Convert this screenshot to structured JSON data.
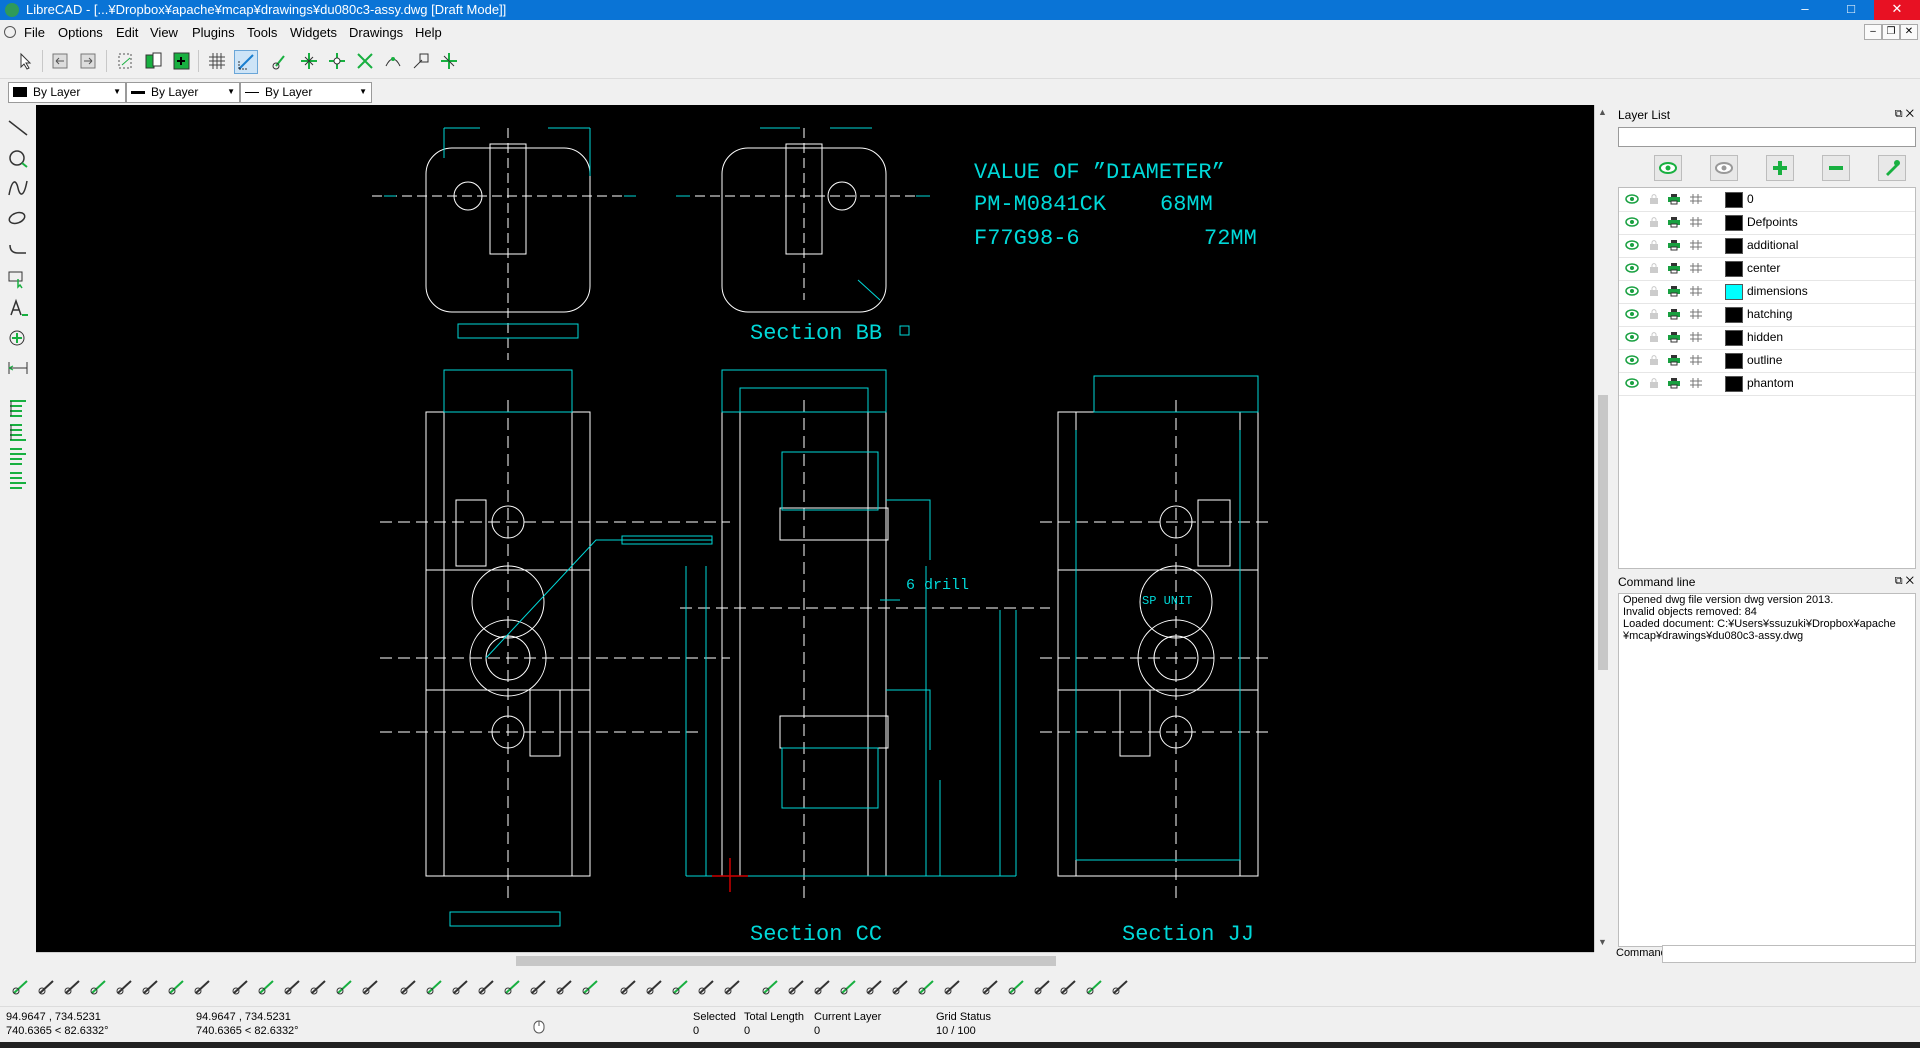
{
  "window": {
    "title": "LibreCAD - [...¥Dropbox¥apache¥mcap¥drawings¥du080c3-assy.dwg [Draft Mode]]",
    "controls": [
      "–",
      "□",
      "✕"
    ]
  },
  "menu": {
    "items": [
      "File",
      "Options",
      "Edit",
      "View",
      "Plugins",
      "Tools",
      "Widgets",
      "Drawings",
      "Help"
    ],
    "mdi_controls": [
      "–",
      "❐",
      "✕"
    ]
  },
  "pen": {
    "color": "By Layer",
    "width": "By Layer",
    "type": "By Layer"
  },
  "drawing": {
    "texts": {
      "value_title": "VALUE OF ”DIAMETER”",
      "row1_part": "PM-M0841CK",
      "row1_val": "68MM",
      "row2_part": "F77G98-6",
      "row2_val": "72MM",
      "section_bb": "Section BB",
      "section_cc": "Section CC",
      "section_jj": "Section JJ",
      "drill_note": "6 drill",
      "sp_unit": "SP UNIT"
    },
    "colors": {
      "background": "#000000",
      "outline": "#ffffff",
      "dimensions": "#00d8d8",
      "cursor": "#cc0000"
    }
  },
  "layer_list": {
    "title": "Layer List",
    "layers": [
      {
        "name": "0",
        "color": "#000000"
      },
      {
        "name": "Defpoints",
        "color": "#000000"
      },
      {
        "name": "additional",
        "color": "#000000"
      },
      {
        "name": "center",
        "color": "#000000"
      },
      {
        "name": "dimensions",
        "color": "#00ffff"
      },
      {
        "name": "hatching",
        "color": "#000000"
      },
      {
        "name": "hidden",
        "color": "#000000"
      },
      {
        "name": "outline",
        "color": "#000000"
      },
      {
        "name": "phantom",
        "color": "#000000"
      }
    ]
  },
  "command_line": {
    "title": "Command line",
    "lines": [
      "Opened dwg file version dwg version 2013.",
      "Invalid objects removed: 84",
      "Loaded document: C:¥Users¥ssuzuki¥Dropbox¥apache",
      "¥mcap¥drawings¥du080c3-assy.dwg"
    ],
    "prompt": "Command:"
  },
  "status": {
    "coord_abs": "94.9647 , 734.5231",
    "coord_polar": "740.6365 < 82.6332°",
    "coord_rel": "94.9647 , 734.5231",
    "coord_rel_polar": "740.6365 < 82.6332°",
    "selected_label": "Selected",
    "selected_value": "0",
    "total_length_label": "Total Length",
    "total_length_value": "0",
    "current_layer_label": "Current Layer",
    "current_layer_value": "0",
    "grid_status_label": "Grid Status",
    "grid_status_value": "10 / 100"
  },
  "icons": {
    "accent": "#0a74d6",
    "tool_green": "#18b040",
    "close_red": "#e81123"
  }
}
